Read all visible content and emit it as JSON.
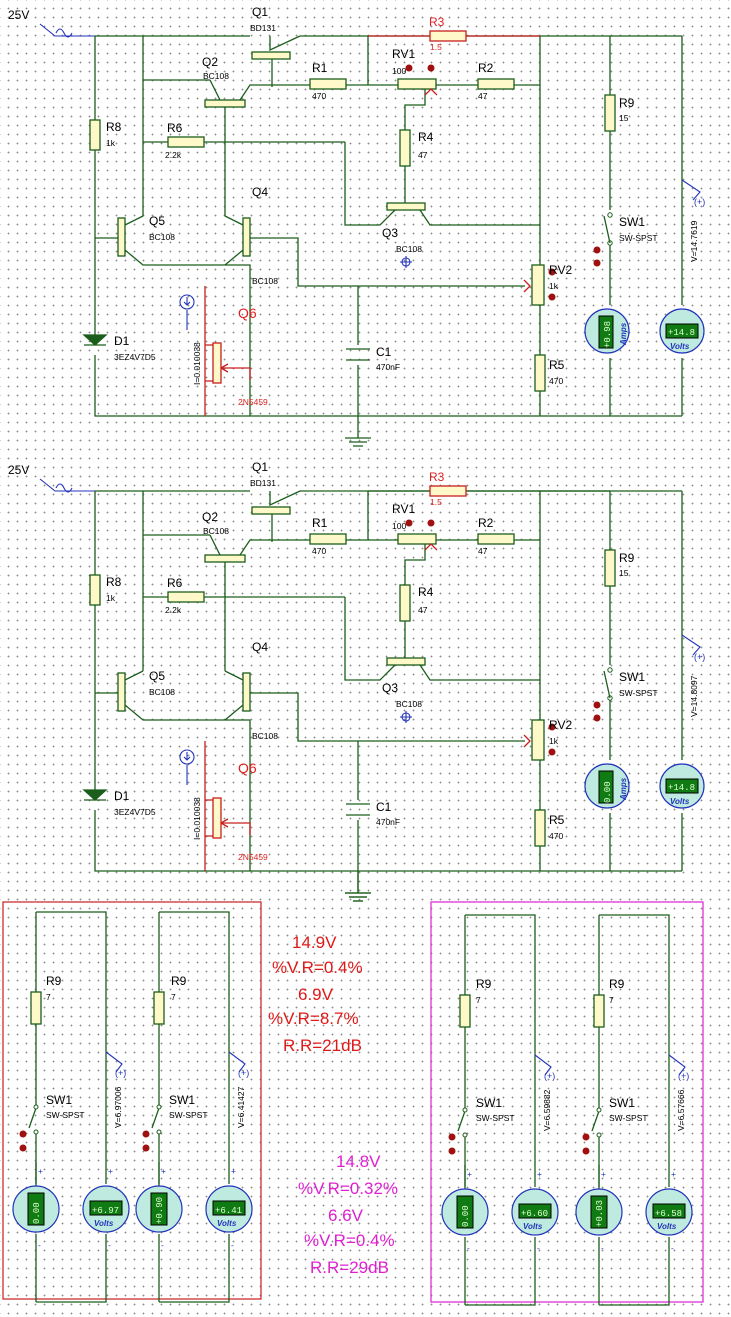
{
  "supply": "25V",
  "circuit_top": {
    "q1": {
      "ref": "Q1",
      "part": "BD131"
    },
    "q2": {
      "ref": "Q2",
      "part": "BC108"
    },
    "q3": {
      "ref": "Q3",
      "part": "BC108"
    },
    "q4": {
      "ref": "Q4",
      "part": "BC108"
    },
    "q5": {
      "ref": "Q5",
      "part": "BC108"
    },
    "q6": {
      "ref": "Q6",
      "part": "2N5459",
      "current": "I=0.010038",
      "current_label": "I=0.010038"
    },
    "r1": {
      "ref": "R1",
      "value": "470"
    },
    "r2": {
      "ref": "R2",
      "value": "47"
    },
    "r3": {
      "ref": "R3",
      "value": "1.5"
    },
    "r4": {
      "ref": "R4",
      "value": "47"
    },
    "r5": {
      "ref": "R5",
      "value": "470"
    },
    "r6": {
      "ref": "R6",
      "value": "2.2k"
    },
    "r8": {
      "ref": "R8",
      "value": "1k"
    },
    "r9": {
      "ref": "R9",
      "value": "15"
    },
    "rv1": {
      "ref": "RV1",
      "value": "100"
    },
    "rv2": {
      "ref": "RV2",
      "value": "1k"
    },
    "c1": {
      "ref": "C1",
      "value": "470nF"
    },
    "d1": {
      "ref": "D1",
      "part": "3EZ4V7D5"
    },
    "sw1": {
      "ref": "SW1",
      "part": "SW-SPST"
    },
    "probe_v": "V=14.7619",
    "amps_display": "+0.98",
    "volts_display": "+14.8"
  },
  "circuit_bottom": {
    "q6": {
      "current": "I=0.010038"
    },
    "probe_v": "V=14.8097",
    "amps_display": "0.00",
    "volts_display": "+14.8"
  },
  "panel_red": {
    "left": {
      "r9": "R9",
      "r9_value": "7",
      "sw": "SW1",
      "sw_part": "SW-SPST",
      "probe_v": "V=6.97006",
      "amps": "0.00",
      "volts": "+6.97"
    },
    "right": {
      "r9": "R9",
      "r9_value": "7",
      "sw": "SW1",
      "sw_part": "SW-SPST",
      "probe_v": "V=6.41427",
      "amps": "+0.90",
      "volts": "+6.41"
    }
  },
  "panel_magenta": {
    "left": {
      "r9": "R9",
      "r9_value": "7",
      "sw": "SW1",
      "sw_part": "SW-SPST",
      "probe_v": "V=6.59882",
      "amps": "0.00",
      "volts": "+6.60"
    },
    "right": {
      "r9": "R9",
      "r9_value": "7",
      "sw": "SW1",
      "sw_part": "SW-SPST",
      "probe_v": "V=6.57666",
      "amps": "+0.03",
      "volts": "+6.58"
    }
  },
  "results_red": [
    "14.9V",
    "%V.R=0.4%",
    "6.9V",
    "%V.R=8.7%",
    "R.R=21dB"
  ],
  "results_magenta": [
    "14.8V",
    "%V.R=0.32%",
    "6.6V",
    "%V.R=0.4%",
    "R.R=29dB"
  ],
  "meter_units": {
    "amps": "Amps",
    "volts": "Volts"
  },
  "colors": {
    "wire": "#1b5e1b",
    "red": "#c81e1e",
    "magenta": "#e020d0",
    "blue": "#2233bb"
  }
}
